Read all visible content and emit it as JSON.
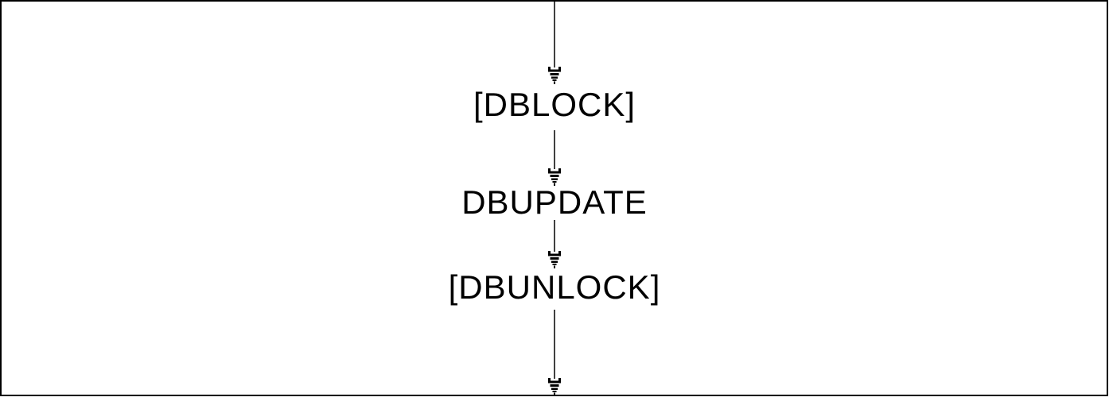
{
  "diagram": {
    "type": "flowchart",
    "direction": "top-to-bottom",
    "background_color": "#ffffff",
    "line_color": "#000000",
    "nodes": [
      {
        "id": "dblock",
        "label": "[DBLOCK]"
      },
      {
        "id": "dbupdate",
        "label": "DBUPDATE"
      },
      {
        "id": "dbunlock",
        "label": "[DBUNLOCK]"
      }
    ],
    "arrows": [
      {
        "from": "top-border",
        "to": "dblock",
        "style": "striped-arrowhead"
      },
      {
        "from": "dblock",
        "to": "dbupdate",
        "style": "striped-arrowhead"
      },
      {
        "from": "dbupdate",
        "to": "dbunlock",
        "style": "striped-arrowhead"
      },
      {
        "from": "dbunlock",
        "to": "bottom-border",
        "style": "striped-arrowhead"
      }
    ]
  }
}
